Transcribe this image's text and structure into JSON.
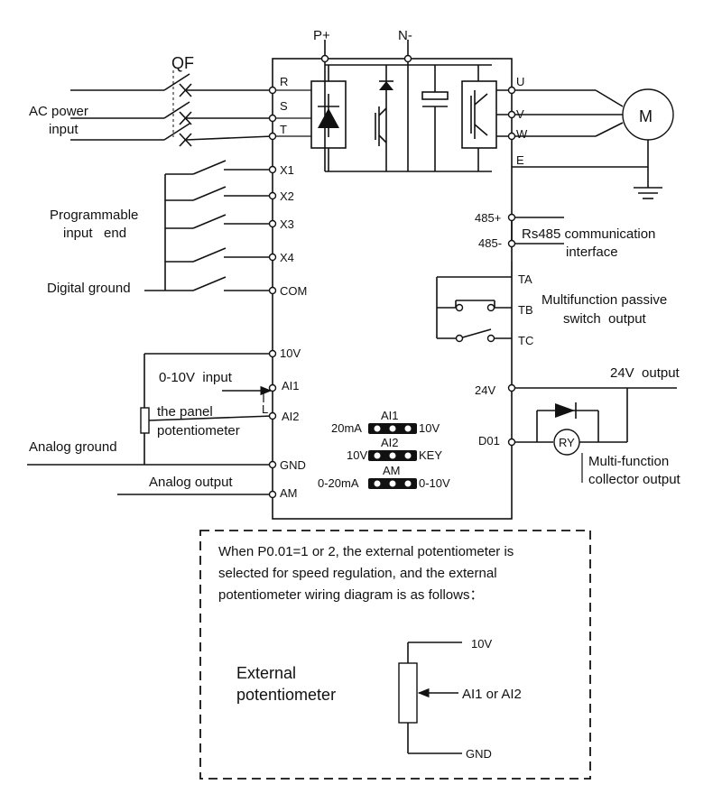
{
  "top_bus": {
    "p_plus": "P+",
    "n_minus": "N-"
  },
  "breaker_label": "QF",
  "ac_input_label": [
    "AC power",
    "input"
  ],
  "power_terminals": [
    "R",
    "S",
    "T"
  ],
  "output_terminals": [
    "U",
    "V",
    "W",
    "E"
  ],
  "motor_label": "M",
  "digital_inputs": [
    "X1",
    "X2",
    "X3",
    "X4",
    "COM"
  ],
  "programmable_label": [
    "Programmable",
    "input   end"
  ],
  "digital_ground_label": "Digital ground",
  "analog_terminals": [
    "10V",
    "AI1",
    "AI2",
    "GND",
    "AM"
  ],
  "voltage_input_label": "0-10V  input",
  "panel_pot_label": [
    "the panel",
    "potentiometer"
  ],
  "analog_ground_label": "Analog ground",
  "analog_output_label": "Analog output",
  "comm_terminals": [
    "485+",
    "485-"
  ],
  "rs485_label": [
    "Rs485 communication",
    "interface"
  ],
  "relay_terminals": [
    "TA",
    "TB",
    "TC"
  ],
  "relay_label": [
    "Multifunction passive",
    "switch  output"
  ],
  "supply_terminal": "24V",
  "output_24v_label": "24V  output",
  "collector_terminal": "D01",
  "relay_coil_label": "RY",
  "collector_label": [
    "Multi-function",
    "collector output"
  ],
  "jumpers": [
    {
      "title": "AI1",
      "left": "20mA",
      "right": "10V"
    },
    {
      "title": "AI2",
      "left": "10V",
      "right": "KEY"
    },
    {
      "title": "AM",
      "left": "0-20mA",
      "right": "0-10V"
    }
  ],
  "note_lines": [
    "When P0.01=1 or 2, the external potentiometer is",
    "selected for speed regulation, and the external",
    "potentiometer wiring diagram is as follows："
  ],
  "external_pot_label": [
    "External",
    "potentiometer"
  ],
  "ext_pot_terminals": {
    "top": "10V",
    "wiper": "AI1 or AI2",
    "bottom": "GND"
  }
}
